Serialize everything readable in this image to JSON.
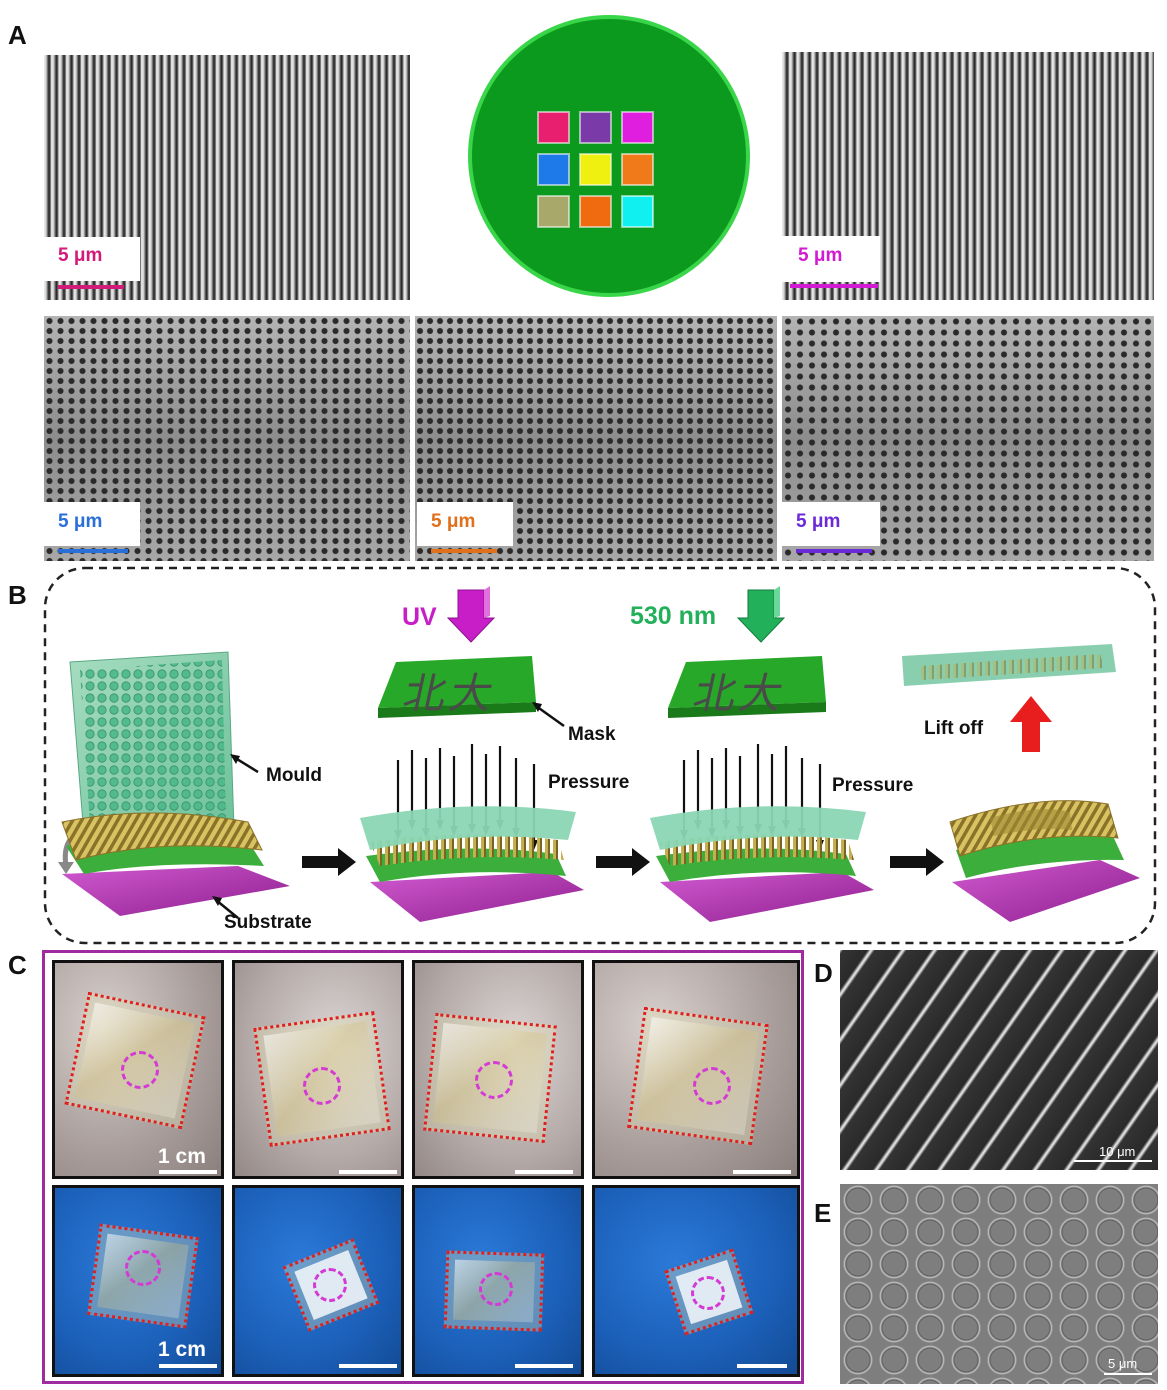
{
  "panels": {
    "a": "A",
    "b": "B",
    "c": "C",
    "d": "D",
    "e": "E"
  },
  "panel_a": {
    "scale_bars": [
      {
        "text": "5 μm",
        "color": "#d21a7a"
      },
      {
        "text": "5 μm",
        "color": "#d21ad2"
      },
      {
        "text": "5 μm",
        "color": "#2a6fd8"
      },
      {
        "text": "5 μm",
        "color": "#e0701c"
      },
      {
        "text": "5 μm",
        "color": "#6a2ad8"
      }
    ],
    "disc_color": "#0c9a1e",
    "swatches": [
      "#e81e6e",
      "#7a3aa8",
      "#e01ee0",
      "#1e7ae8",
      "#f0f010",
      "#f07a1a",
      "#a8a86a",
      "#f06a10",
      "#10f0f0"
    ]
  },
  "panel_b": {
    "uv_label": "UV",
    "green_label": "530 nm",
    "mask_text": "北大",
    "mould_label": "Mould",
    "mask_label": "Mask",
    "pressure_label_1": "Pressure",
    "pressure_label_2": "Pressure",
    "substrate_label": "Substrate",
    "lift_off_label": "Lift off",
    "uv_color": "#c81ec8",
    "green_color": "#22b05a"
  },
  "panel_c": {
    "scale_label_top": "1 cm",
    "scale_label_bottom": "1 cm"
  },
  "panel_d": {
    "scale_label": "10 μm"
  },
  "panel_e": {
    "scale_label": "5 μm"
  }
}
